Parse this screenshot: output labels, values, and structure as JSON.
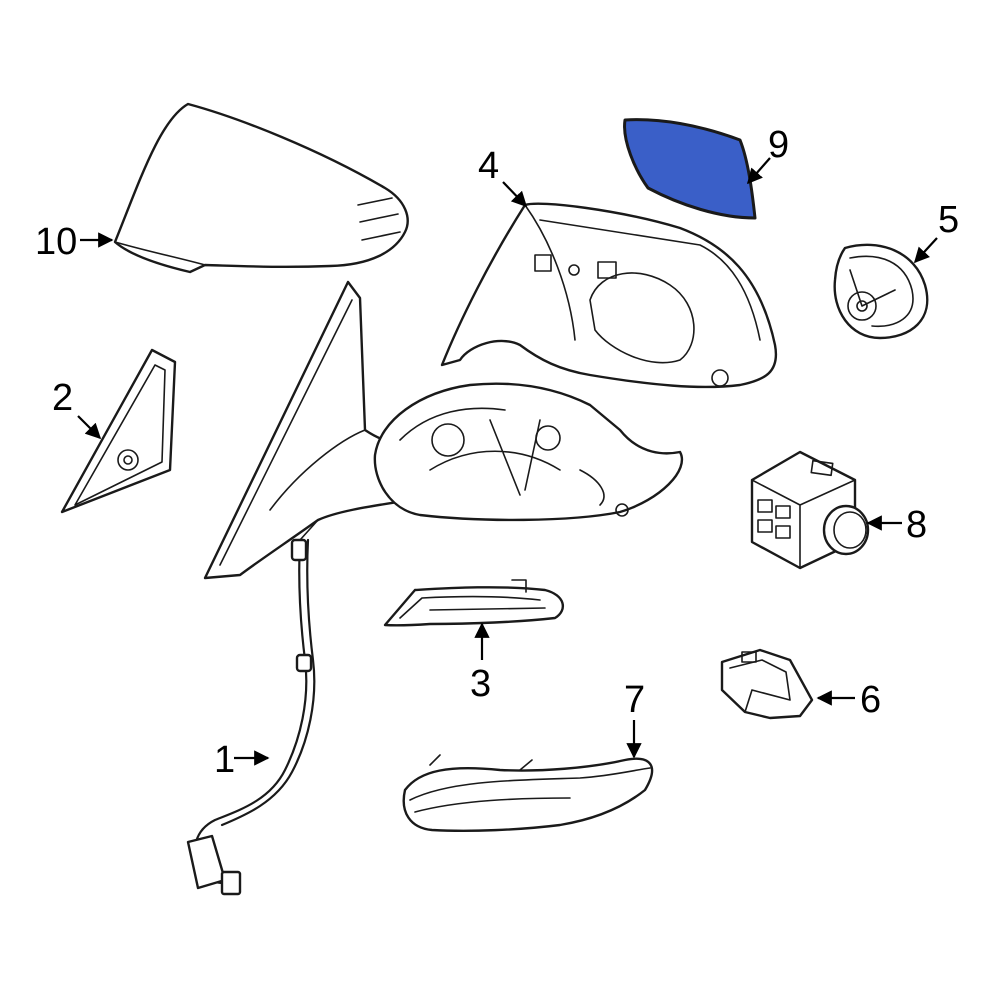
{
  "colors": {
    "highlight_fill": "#3a5fc8",
    "line": "#1a1a1a",
    "background": "#ffffff"
  },
  "callouts": [
    {
      "id": "1",
      "label": "1"
    },
    {
      "id": "2",
      "label": "2"
    },
    {
      "id": "3",
      "label": "3"
    },
    {
      "id": "4",
      "label": "4"
    },
    {
      "id": "5",
      "label": "5"
    },
    {
      "id": "6",
      "label": "6"
    },
    {
      "id": "7",
      "label": "7"
    },
    {
      "id": "8",
      "label": "8"
    },
    {
      "id": "9",
      "label": "9"
    },
    {
      "id": "10",
      "label": "10"
    }
  ],
  "highlighted_part": "9"
}
